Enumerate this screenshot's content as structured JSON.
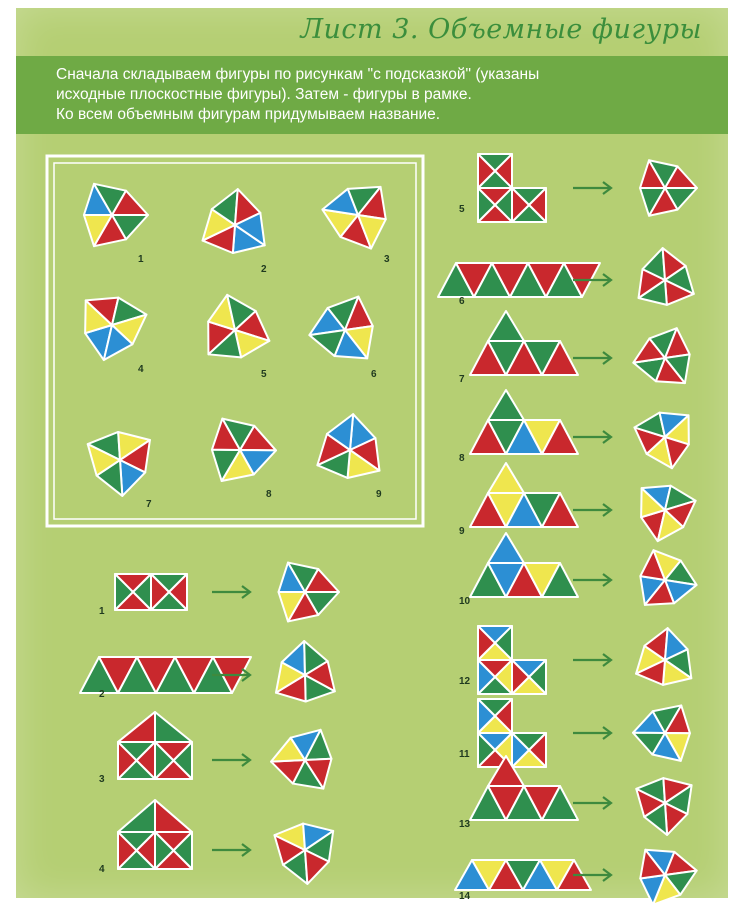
{
  "header": {
    "title": "Лист 3. Объемные фигуры"
  },
  "instructions": {
    "line1": "Сначала складываем фигуры по рисункам \"с подсказкой\" (указаны",
    "line2": "исходные плоскостные фигуры). Затем - фигуры в рамке.",
    "line3": "Ко всем объемным фигурам придумываем название."
  },
  "frame_numbers": [
    "1",
    "2",
    "3",
    "4",
    "5",
    "6",
    "7",
    "8",
    "9"
  ],
  "left_task_numbers": [
    "1",
    "2",
    "3",
    "4"
  ],
  "right_task_numbers": [
    "5",
    "6",
    "7",
    "8",
    "9",
    "10",
    "12",
    "11",
    "13",
    "14"
  ],
  "colors": {
    "page": "#b5cf73",
    "banner": "#6faa45",
    "title": "#3b8e3c",
    "green": "#2f8f4e",
    "red": "#c9282d",
    "yellow": "#efe64e",
    "blue": "#2c8fd4",
    "arrow": "#3e8a3e"
  }
}
